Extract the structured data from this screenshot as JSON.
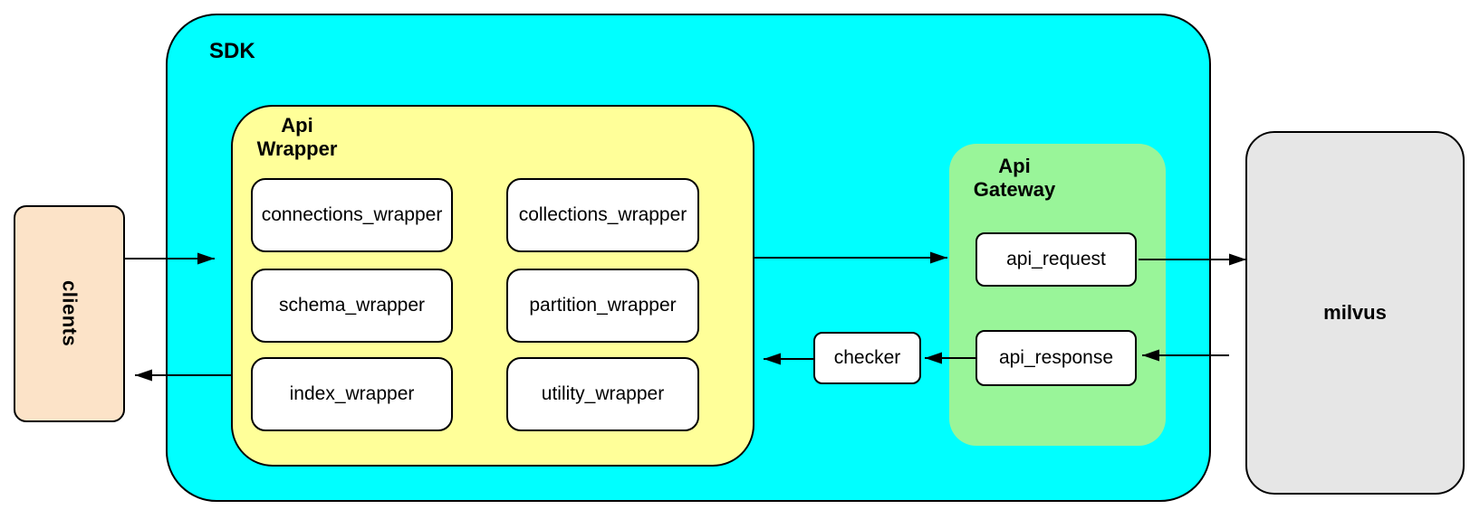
{
  "diagram": {
    "clients": {
      "label": "clients"
    },
    "sdk": {
      "label": "SDK"
    },
    "api_wrapper": {
      "label": "Api\nWrapper",
      "modules": [
        "connections_wrapper",
        "collections_wrapper",
        "schema_wrapper",
        "partition_wrapper",
        "index_wrapper",
        "utility_wrapper"
      ]
    },
    "checker": {
      "label": "checker"
    },
    "api_gateway": {
      "label": "Api\nGateway",
      "request_label": "api_request",
      "response_label": "api_response"
    },
    "milvus": {
      "label": "milvus"
    },
    "colors": {
      "sdk_fill": "#00FFFF",
      "api_wrapper_fill": "#FFFF99",
      "api_gateway_fill": "#99F599",
      "clients_fill": "#FCE3C8",
      "milvus_fill": "#E6E6E6",
      "module_fill": "#FFFFFF",
      "border": "#000000",
      "arrow": "#000000"
    }
  }
}
